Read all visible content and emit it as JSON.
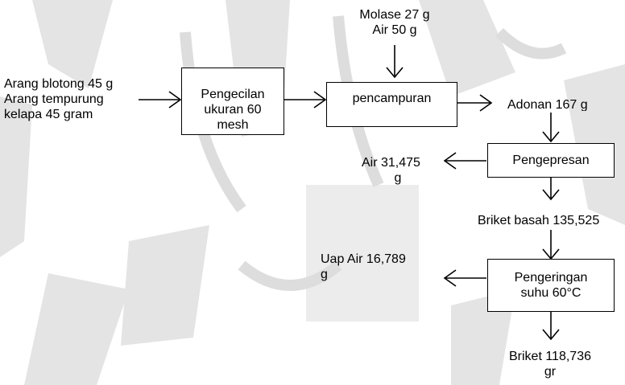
{
  "nodes": {
    "pengecilan": "Pengecilan ukuran 60 mesh",
    "pencampuran": "pencampuran",
    "pengepresan": "Pengepresan",
    "pengeringan": "Pengeringan suhu 60°C"
  },
  "labels": {
    "input_line1": "Arang blotong 45 g",
    "input_line2": "Arang tempurung",
    "input_line3": "kelapa 45 gram",
    "molase": "Molase 27 g",
    "air_in": "Air 50 g",
    "adonan": "Adonan 167 g",
    "air_out_line1": "Air  31,475",
    "air_out_line2": "g",
    "briket_basah": "Briket basah 135,525",
    "uap_air_line1": "Uap Air 16,789",
    "uap_air_line2": "g",
    "briket_line1": "Briket 118,736",
    "briket_line2": "gr"
  },
  "colors": {
    "watermark": "#d9d9d9",
    "line": "#000000"
  }
}
